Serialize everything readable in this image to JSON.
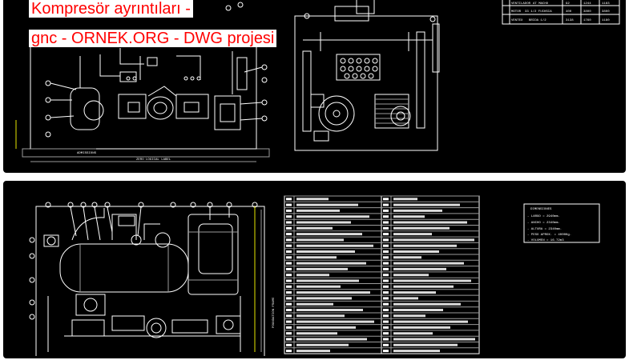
{
  "header": {
    "title_line1": "Kompresör ayrıntıları -",
    "title_line2": "gnc - ORNEK.ORG - DWG projesi"
  },
  "top_drawing": {
    "front_view_label": "ZERO LOGICAL LABEL",
    "dimension_label": "ADMISSIONS",
    "legend_rows": [
      [
        "VENTILADOR",
        "AT MACHO",
        "92",
        "1244",
        "1183"
      ],
      [
        "MOTOR",
        "33 1/2 FUCHSIA",
        "400",
        "3800",
        "3800"
      ],
      [
        "VENTEX",
        "BRIDA 1/2",
        "3138",
        "1760",
        "1180"
      ]
    ]
  },
  "bottom_drawing": {
    "specs_title": "DIMENSIONES",
    "specs": [
      "- LARGO = 2940mm.",
      "- ANCHO = 2340mm.",
      "- ALTURA = 2340mm.",
      "- PESO APROX. = 4000Kg.",
      "- VOLUMEN = 16.72m3"
    ],
    "side_label": "FOUNDATION FRAME"
  }
}
